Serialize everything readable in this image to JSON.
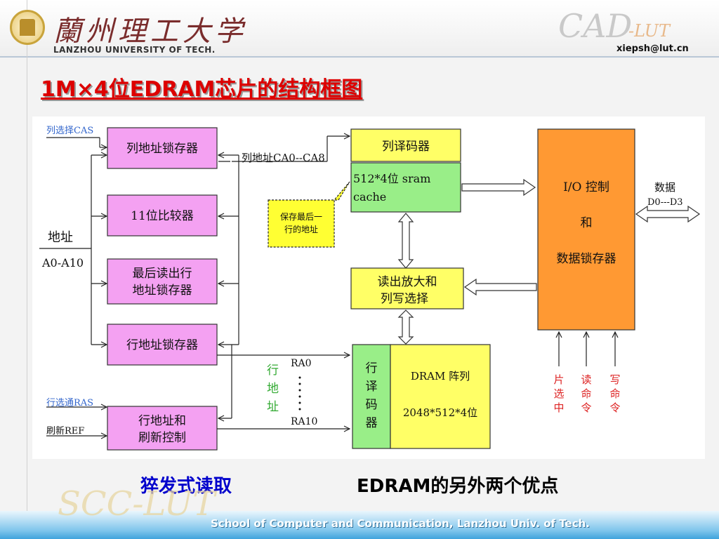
{
  "header": {
    "univ_cn": "蘭州理工大学",
    "univ_en": "LANZHOU UNIVERSITY OF TECH.",
    "logo_text": "CAD",
    "logo_sub": "-LUT",
    "email": "xiepsh@lut.cn"
  },
  "title": "1M×4位EDRAM芯片的结构框图",
  "diagram": {
    "input_cas": "列选择CAS",
    "input_addr": "地址",
    "input_addr_range": "A0-A10",
    "input_ras": "行选通RAS",
    "input_ref": "刷新REF",
    "box_col_latch": "列地址锁存器",
    "box_comparator": "11位比较器",
    "box_last_row_1": "最后读出行",
    "box_last_row_2": "地址锁存器",
    "box_row_latch": "行地址锁存器",
    "box_row_refresh_1": "行地址和",
    "box_row_refresh_2": "刷新控制",
    "col_addr_label": "列地址CA0--CA8",
    "box_col_decoder": "列译码器",
    "box_sram_1": "512*4位  sram",
    "box_sram_2": "cache",
    "callout_1": "保存最后一",
    "callout_2": "行的地址",
    "box_sense_1": "读出放大和",
    "box_sense_2": "列写选择",
    "row_addr_1": "行",
    "row_addr_2": "地",
    "row_addr_3": "址",
    "ra0": "RA0",
    "ra10": "RA10",
    "box_row_dec_1": "行",
    "box_row_dec_2": "译",
    "box_row_dec_3": "码",
    "box_row_dec_4": "器",
    "box_dram_1": "DRAM  阵列",
    "box_dram_2": "2048*512*4位",
    "box_io_1": "I/O   控制",
    "box_io_2": "和",
    "box_io_3": "数据锁存器",
    "data_label": "数据",
    "data_range": "D0---D3",
    "chip_select": [
      "片",
      "选",
      "中"
    ],
    "read_cmd": [
      "读",
      "命",
      "令"
    ],
    "write_cmd": [
      "写",
      "命",
      "令"
    ]
  },
  "bottom": {
    "left": "猝发式读取",
    "right": "EDRAM的另外两个优点"
  },
  "footer": {
    "text": "School of Computer and Communication, Lanzhou Univ. of Tech.",
    "logo": "SCC-LUT"
  },
  "colors": {
    "title_red": "#dd0000",
    "box_pink": "#f4a1f2",
    "box_yellow": "#ffff66",
    "box_green": "#99ee88",
    "box_orange": "#ff9933",
    "label_blue": "#3366cc",
    "label_green": "#33aa33",
    "label_red": "#dd2222"
  }
}
